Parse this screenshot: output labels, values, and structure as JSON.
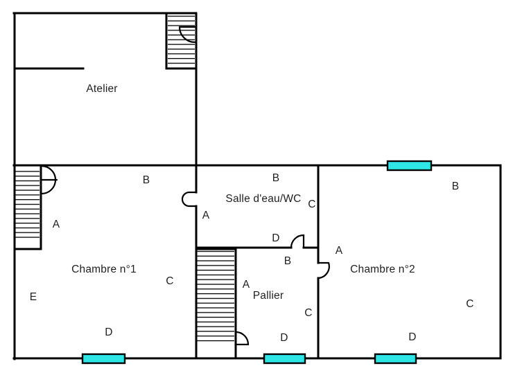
{
  "colors": {
    "wall": "#000000",
    "window": "#2fe6e6",
    "background": "#ffffff"
  },
  "rooms": {
    "atelier": {
      "name": "Atelier"
    },
    "chambre1": {
      "name": "Chambre n°1",
      "walls": {
        "a": "A",
        "b": "B",
        "c": "C",
        "d": "D",
        "e": "E"
      }
    },
    "salle_eau_wc": {
      "name": "Salle d'eau/WC",
      "walls": {
        "a": "A",
        "b": "B",
        "c": "C",
        "d": "D"
      }
    },
    "pallier": {
      "name": "Pallier",
      "walls": {
        "a": "A",
        "b": "B",
        "c": "C",
        "d": "D"
      }
    },
    "chambre2": {
      "name": "Chambre n°2",
      "walls": {
        "a": "A",
        "b": "B",
        "c": "C",
        "d": "D"
      }
    }
  }
}
